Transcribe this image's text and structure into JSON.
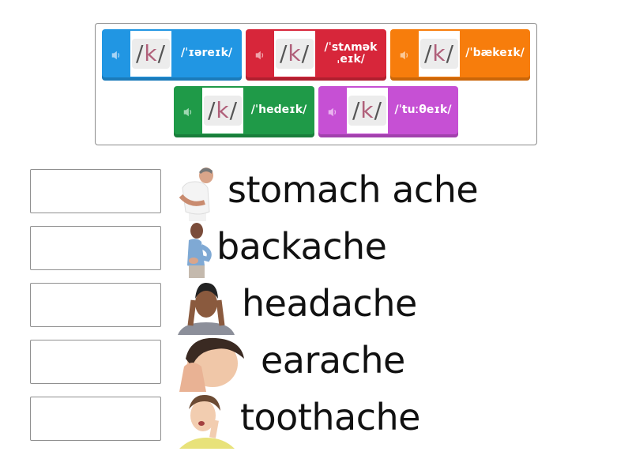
{
  "tray": {
    "tiles": [
      {
        "id": "earache-tile",
        "sound_icon": "speaker-icon",
        "symbol_left": "/",
        "symbol_k": "k",
        "symbol_right": "/",
        "ipa": "/ˈɪəreɪk/",
        "color": "#2196e3"
      },
      {
        "id": "stomachache-tile",
        "sound_icon": "speaker-icon",
        "symbol_left": "/",
        "symbol_k": "k",
        "symbol_right": "/",
        "ipa": "/ˈstʌmək ˌeɪk/",
        "color": "#d7263a"
      },
      {
        "id": "backache-tile",
        "sound_icon": "speaker-icon",
        "symbol_left": "/",
        "symbol_k": "k",
        "symbol_right": "/",
        "ipa": "/ˈbækeɪk/",
        "color": "#f77d0c"
      },
      {
        "id": "headache-tile",
        "sound_icon": "speaker-icon",
        "symbol_left": "/",
        "symbol_k": "k",
        "symbol_right": "/",
        "ipa": "/ˈhedeɪk/",
        "color": "#1f9a48"
      },
      {
        "id": "toothache-tile",
        "sound_icon": "speaker-icon",
        "symbol_left": "/",
        "symbol_k": "k",
        "symbol_right": "/",
        "ipa": "/ˈtuːθeɪk/",
        "color": "#c650d4"
      }
    ]
  },
  "targets": [
    {
      "word": "stomach ache",
      "image": "man-holding-stomach"
    },
    {
      "word": "backache",
      "image": "woman-holding-back"
    },
    {
      "word": "headache",
      "image": "woman-holding-head"
    },
    {
      "word": "earache",
      "image": "boy-holding-ear"
    },
    {
      "word": "toothache",
      "image": "woman-holding-jaw"
    }
  ]
}
